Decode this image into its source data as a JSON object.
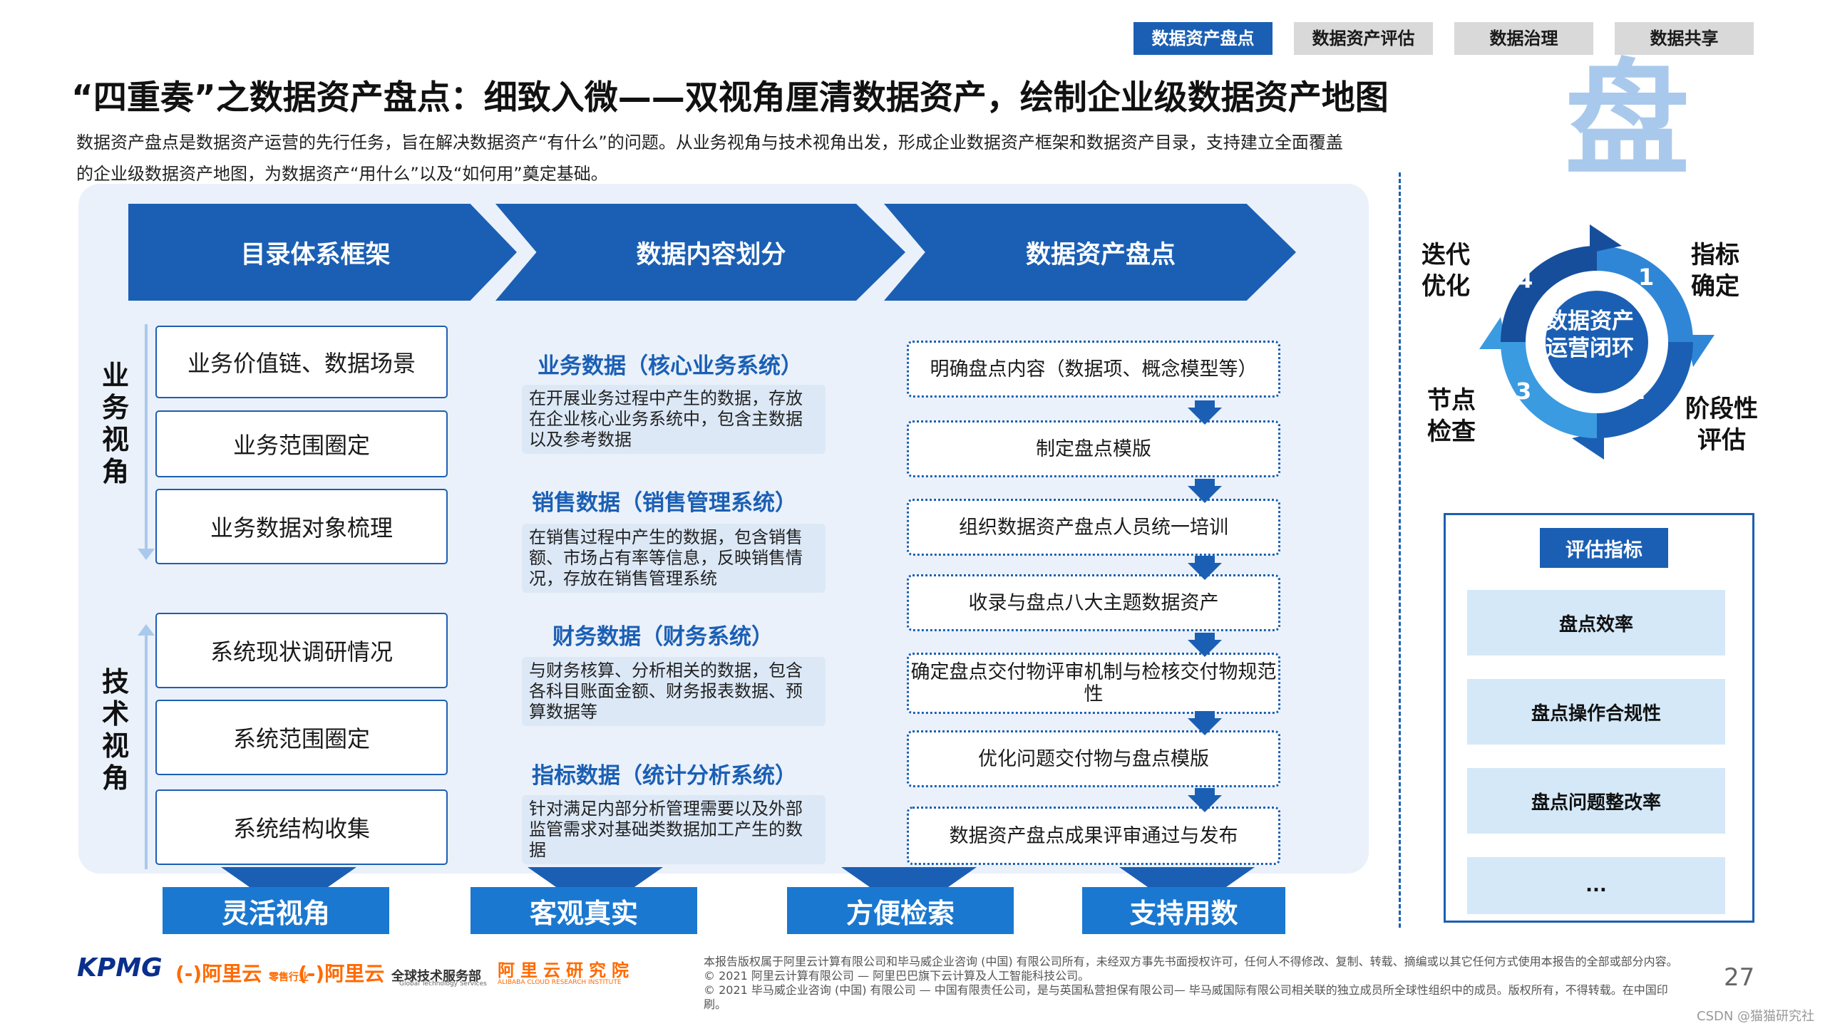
{
  "tabs": [
    "数据资产盘点",
    "数据资产评估",
    "数据治理",
    "数据共享"
  ],
  "title": "“四重奏”之数据资产盘点：细致入微——双视角厘清数据资产，绘制企业级数据资产地图",
  "description": "数据资产盘点是数据资产运营的先行任务，旨在解决数据资产“有什么”的问题。从业务视角与技术视角出发，形成企业数据资产框架和数据资产目录，支持建立全面覆盖的企业级数据资产地图，为数据资产“用什么”以及“如何用”奠定基础。",
  "big_char": "盘",
  "chevrons": [
    "目录体系框架",
    "数据内容划分",
    "数据资产盘点"
  ],
  "perspectives": {
    "business": "业务视角",
    "technical": "技术视角"
  },
  "business_items": [
    "业务价值链、数据场景",
    "业务范围圈定",
    "业务数据对象梳理"
  ],
  "technical_items": [
    "系统现状调研情况",
    "系统范围圈定",
    "系统结构收集"
  ],
  "data_categories": [
    {
      "head": "业务数据（核心业务系统）",
      "desc": "在开展业务过程中产生的数据，存放在企业核心业务系统中，包含主数据以及参考数据"
    },
    {
      "head": "销售数据（销售管理系统）",
      "desc": "在销售过程中产生的数据，包含销售额、市场占有率等信息，反映销售情况，存放在销售管理系统"
    },
    {
      "head": "财务数据（财务系统）",
      "desc": "与财务核算、分析相关的数据，包含各科目账面金额、财务报表数据、预算数据等"
    },
    {
      "head": "指标数据（统计分析系统）",
      "desc": "针对满足内部分析管理需要以及外部监管需求对基础类数据加工产生的数据"
    }
  ],
  "steps": [
    "明确盘点内容（数据项、概念模型等）",
    "制定盘点模版",
    "组织数据资产盘点人员统一培训",
    "收录与盘点八大主题数据资产",
    "确定盘点交付物评审机制与检核交付物规范性",
    "优化问题交付物与盘点模版",
    "数据资产盘点成果评审通过与发布"
  ],
  "bottom_buttons": [
    "灵活视角",
    "客观真实",
    "方便检索",
    "支持用数"
  ],
  "cycle": {
    "center": "数据资产运营闭环",
    "numbers": [
      "1",
      "2",
      "3",
      "4"
    ],
    "labels": {
      "l1": "指标确定",
      "l2": "阶段性评估",
      "l3": "节点检查",
      "l4": "迭代优化"
    }
  },
  "evaluation": {
    "head": "评估指标",
    "items": [
      "盘点效率",
      "盘点操作合规性",
      "盘点问题整改率",
      "..."
    ]
  },
  "footer": {
    "line1": "本报告版权属于阿里云计算有限公司和毕马威企业咨询 (中国) 有限公司所有，未经双方事先书面授权许可，任何人不得修改、复制、转载、摘编或以其它任何方式使用本报告的全部或部分内容。",
    "line2": "© 2021 阿里云计算有限公司 — 阿里巴巴旗下云计算及人工智能科技公司。",
    "line3": "© 2021 毕马威企业咨询 (中国) 有限公司 — 中国有限责任公司，是与英国私营担保有限公司— 毕马威国际有限公司相关联的独立成员所全球性组织中的成员。版权所有，不得转载。在中国印刷。",
    "page": "27",
    "watermark": "CSDN @猫猫研究社"
  },
  "logos": {
    "kpmg": "KPMG",
    "ali1": "(-)阿里云",
    "ali1_sub": "零售行业",
    "ali2": "(-)阿里云",
    "ali2_sub": "全球技术服务部",
    "ali2_en": "Global Technology Services",
    "ali3": "阿里云研究院",
    "ali3_en": "ALIBABA CLOUD RESEARCH INSTITUTE"
  },
  "colors": {
    "primary": "#1b5fb4",
    "light": "#dce8f6",
    "accent": "#1b78d0"
  }
}
